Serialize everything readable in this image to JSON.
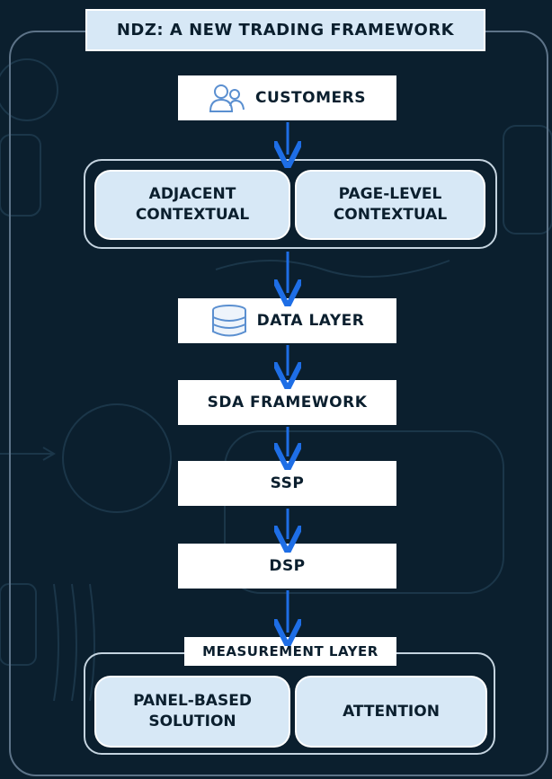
{
  "title": "NDZ: A NEW TRADING FRAMEWORK",
  "nodes": {
    "customers": "CUSTOMERS",
    "data_layer": "DATA LAYER",
    "sda_framework": "SDA FRAMEWORK",
    "ssp": "SSP",
    "dsp": "DSP"
  },
  "contextual_group": {
    "left": "ADJACENT\nCONTEXTUAL",
    "right": "PAGE-LEVEL\nCONTEXTUAL"
  },
  "measurement_group": {
    "label": "MEASUREMENT LAYER",
    "left": "PANEL-BASED\nSOLUTION",
    "right": "ATTENTION"
  },
  "icons": {
    "customers": "users-icon",
    "data_layer": "database-icon"
  },
  "colors": {
    "background": "#0b1f2e",
    "box_white": "#ffffff",
    "box_pale": "#d7e8f6",
    "arrow": "#1e6ee6",
    "text": "#0b1f2e"
  }
}
